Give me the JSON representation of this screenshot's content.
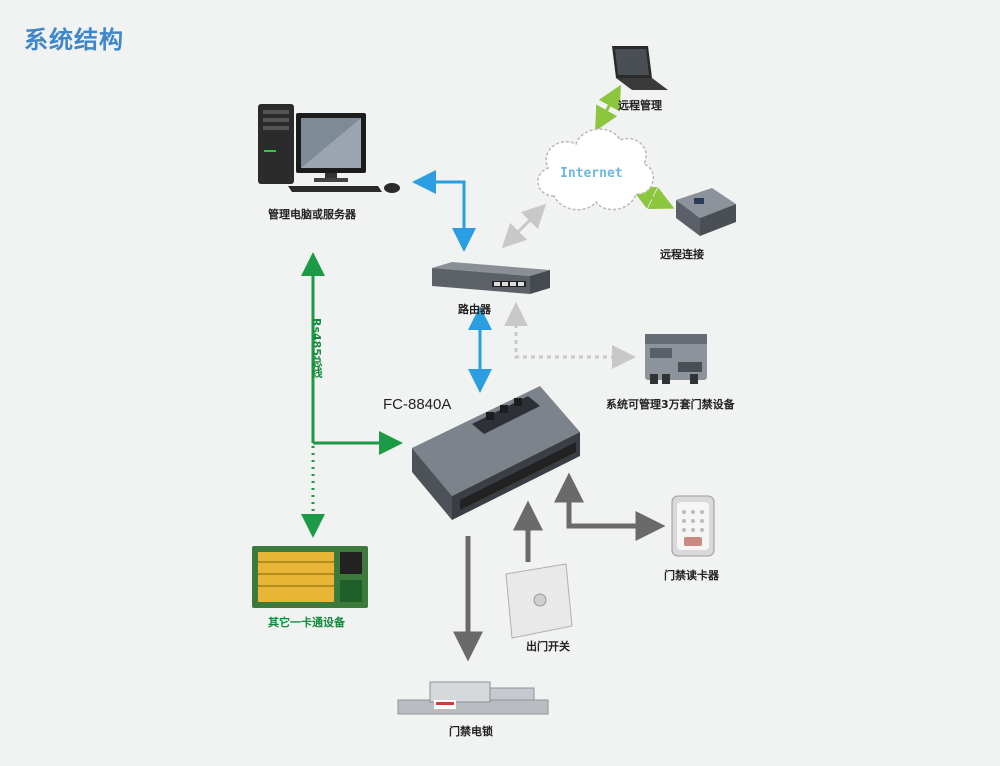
{
  "title": "系统结构",
  "labels": {
    "computer": "管理电脑或服务器",
    "router": "路由器",
    "remote_manage": "远程管理",
    "remote_connect": "远程连接",
    "internet": "Internet",
    "capacity": "系统可管理3万套门禁设备",
    "controller_model": "FC-8840A",
    "rs485": "Rs485总线",
    "other_devices": "其它一卡通设备",
    "card_reader": "门禁读卡器",
    "exit_switch": "出门开关",
    "lock": "门禁电锁"
  },
  "colors": {
    "blue_link": "#2a9ee0",
    "green_link": "#1d9a45",
    "lime_link": "#8cc63f",
    "gray_link": "#6a6a6a",
    "dashed_link": "#c8c8c8",
    "title": "#3f87c9"
  }
}
